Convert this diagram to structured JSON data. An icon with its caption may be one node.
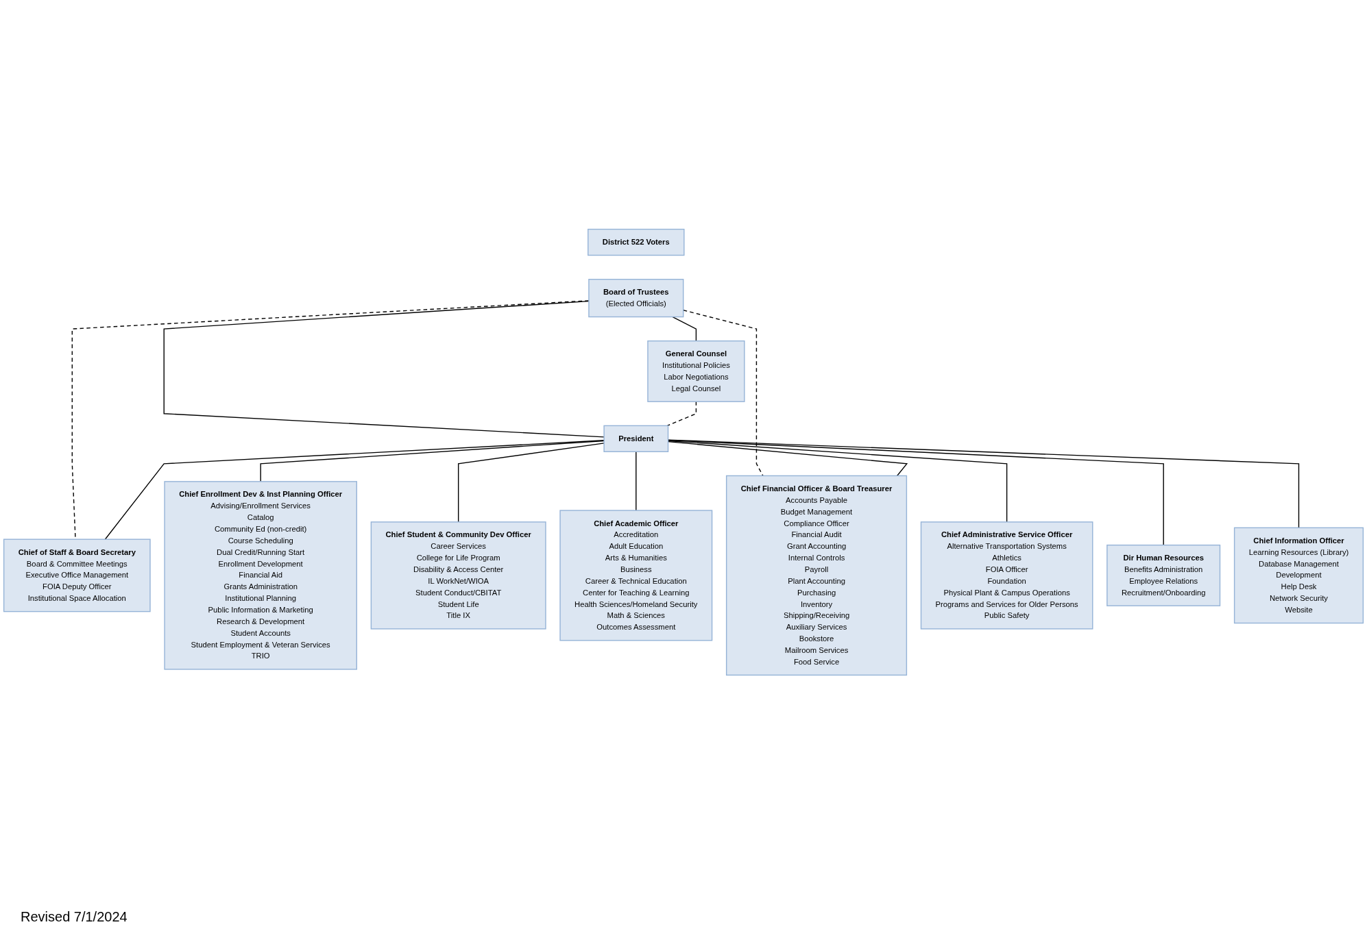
{
  "diagram": {
    "nodes": [
      {
        "text": [
          "District 522 Voters"
        ]
      },
      {
        "text": [
          "Board of Trustees",
          "(Elected Officials)"
        ]
      },
      {
        "text": [
          "General Counsel",
          "Institutional Policies",
          "Labor Negotiations",
          "Legal Counsel"
        ]
      },
      {
        "text": [
          "President"
        ]
      },
      {
        "text": [
          "Chief of Staff & Board Secretary",
          "Board & Committee Meetings",
          "Executive Office Management",
          "FOIA Deputy Officer",
          "Institutional Space Allocation"
        ]
      },
      {
        "text": [
          "Chief Enrollment Dev & Inst Planning Officer",
          "Advising/Enrollment Services",
          "Catalog",
          "Community Ed (non-credit)",
          "Course Scheduling",
          "Dual Credit/Running Start",
          "Enrollment Development",
          "Financial Aid",
          "Grants Administration",
          "Institutional Planning",
          "Public Information & Marketing",
          "Research & Development",
          "Student Accounts",
          "Student Employment & Veteran Services",
          "TRIO"
        ]
      },
      {
        "text": [
          "Chief Student & Community Dev Officer",
          "Career Services",
          "College for Life Program",
          "Disability & Access Center",
          "IL WorkNet/WIOA",
          "Student Conduct/CBITAT",
          "Student Life",
          "Title IX"
        ]
      },
      {
        "text": [
          "Chief Academic Officer",
          "Accreditation",
          "Adult Education",
          "Arts & Humanities",
          "Business",
          "Career & Technical Education",
          "Center for Teaching & Learning",
          "Health Sciences/Homeland Security",
          "Math & Sciences",
          "Outcomes Assessment"
        ]
      },
      {
        "text": [
          "Chief Financial Officer & Board Treasurer",
          "Accounts Payable",
          "Budget Management",
          "Compliance Officer",
          "Financial Audit",
          "Grant Accounting",
          "Internal Controls",
          "Payroll",
          "Plant Accounting",
          "Purchasing",
          "Inventory",
          "Shipping/Receiving",
          "Auxiliary Services",
          "Bookstore",
          "Mailroom Services",
          "Food Service"
        ]
      },
      {
        "text": [
          "Chief Administrative Service Officer",
          "Alternative Transportation Systems",
          "Athletics",
          "FOIA Officer",
          "Foundation",
          "Physical Plant & Campus Operations",
          "Programs and Services for Older Persons",
          "Public Safety"
        ]
      },
      {
        "text": [
          "Dir Human Resources",
          "Benefits Administration",
          "Employee Relations",
          "Recruitment/Onboarding"
        ]
      },
      {
        "text": [
          "Chief Information Officer",
          "Learning Resources (Library)",
          "Database Management",
          "Development",
          "Help Desk",
          "Network Security",
          "Website"
        ]
      }
    ],
    "edges": [
      {
        "from": 1,
        "to": 2,
        "arrow": "none"
      },
      {
        "from": 1,
        "to": 3,
        "arrow": "none"
      },
      {
        "from": 1,
        "to": 4,
        "arrow": "none",
        "style": "dashed"
      },
      {
        "from": 1,
        "to": 8,
        "arrow": "none",
        "style": "dashed"
      },
      {
        "from": 2,
        "to": 3,
        "arrow": "none",
        "style": "dashed"
      },
      {
        "from": 3,
        "to": 4,
        "arrow": "none"
      },
      {
        "from": 3,
        "to": 5,
        "arrow": "none"
      },
      {
        "from": 3,
        "to": 6,
        "arrow": "none"
      },
      {
        "from": 3,
        "to": 7,
        "arrow": "none"
      },
      {
        "from": 3,
        "to": 8,
        "arrow": "none"
      },
      {
        "from": 3,
        "to": 9,
        "arrow": "none"
      },
      {
        "from": 3,
        "to": 10,
        "arrow": "none"
      },
      {
        "from": 3,
        "to": 11,
        "arrow": "none"
      }
    ],
    "labels": [
      "Revised 7/1/2024"
    ]
  }
}
